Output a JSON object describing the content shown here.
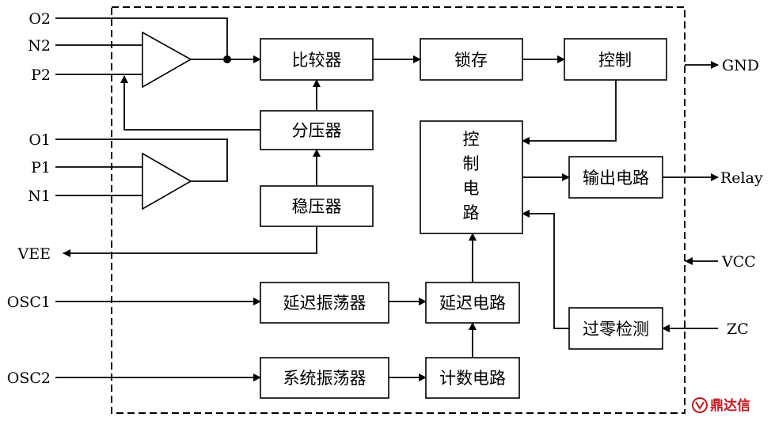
{
  "pins": {
    "o2": "O2",
    "n2": "N2",
    "p2": "P2",
    "o1": "O1",
    "p1": "P1",
    "n1": "N1",
    "vee": "VEE",
    "osc1": "OSC1",
    "osc2": "OSC2",
    "gnd": "GND",
    "relay": "Relay",
    "vcc": "VCC",
    "zc": "ZC"
  },
  "blocks": {
    "comparator": "比较器",
    "latch": "锁存",
    "control_top": "控制",
    "divider": "分压器",
    "regulator": "稳压器",
    "control_circuit": [
      "控",
      "制",
      "电",
      "路"
    ],
    "output_circuit": "输出电路",
    "delay_oscillator": "延迟振荡器",
    "delay_circuit": "延迟电路",
    "zero_cross": "过零检测",
    "system_oscillator": "系统振荡器",
    "counter": "计数电路"
  },
  "watermark": {
    "text": "鼎达信",
    "color": "#c0171f"
  }
}
